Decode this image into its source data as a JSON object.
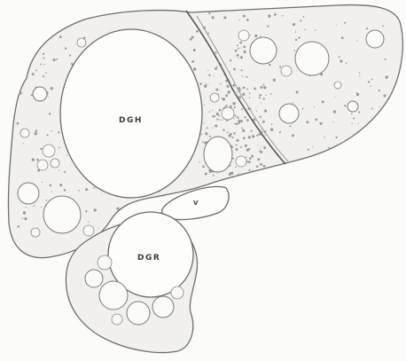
{
  "labels": {
    "dominant_liver_cyst": "DGH",
    "kidney_cyst": "DGR",
    "vessel": "V"
  },
  "colors": {
    "paper": "#fbfbf9",
    "parenchyma": "#f1f0ec",
    "ink": "#6b6b6b"
  }
}
